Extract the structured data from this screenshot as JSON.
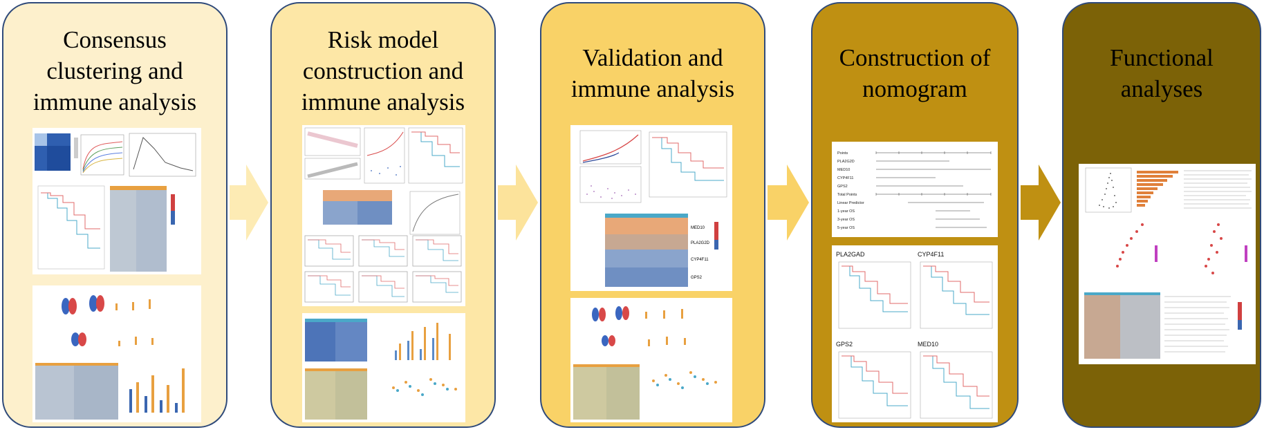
{
  "panels": [
    {
      "title_lines": [
        "Consensus",
        "clustering and",
        "immune analysis"
      ],
      "color": "#fdf0cc"
    },
    {
      "title_lines": [
        "Risk model",
        "construction and",
        "immune analysis"
      ],
      "color": "#fde7a6"
    },
    {
      "title_lines": [
        "Validation and",
        "immune analysis"
      ],
      "color": "#f9d267"
    },
    {
      "title_lines": [
        "Construction of",
        "nomogram"
      ],
      "color": "#bf9012"
    },
    {
      "title_lines": [
        "Functional",
        "analyses"
      ],
      "color": "#7c6207"
    }
  ],
  "arrow_colors": [
    "#fdebb4",
    "#fce39b",
    "#f9d267",
    "#bf9012"
  ],
  "nomogram": {
    "rows": [
      "Points",
      "PLA2G2D",
      "MED10",
      "CYP4F11",
      "GPS2",
      "Total Points",
      "Linear Predictor",
      "1-year OS",
      "3-year OS",
      "5-year OS"
    ]
  },
  "km_genes": [
    "PLA2GAD",
    "CYP4F11",
    "GPS2",
    "MED10"
  ],
  "heatmap_genes": [
    "MED10",
    "PLA2G2D",
    "CYP4F11",
    "GPS2"
  ],
  "border_color": "#2f4a7a"
}
